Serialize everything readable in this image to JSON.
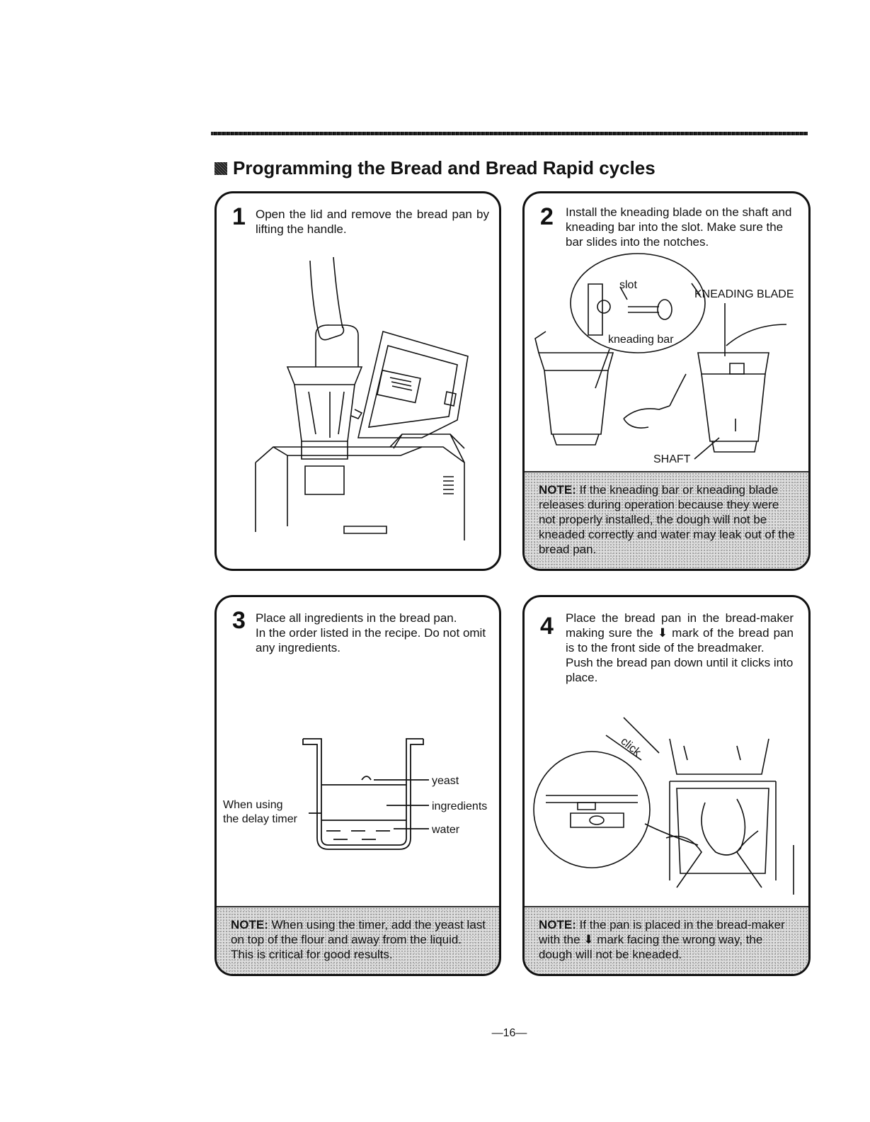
{
  "title": "Programming the Bread and Bread Rapid cycles",
  "steps": [
    {
      "number": "1",
      "text": "Open the lid and remove the bread pan by lifting the handle."
    },
    {
      "number": "2",
      "text": "Install the kneading blade on the shaft and kneading bar into the slot. Make sure the bar slides into the notches.",
      "labels": {
        "slot": "slot",
        "kneading_bar": "kneading bar",
        "kneading_blade": "KNEADING BLADE",
        "shaft": "SHAFT"
      },
      "note_label": "NOTE:",
      "note_text": "If the kneading bar or kneading blade releases during operation because they were not properly installed, the dough will not be kneaded correctly and water may leak out of the bread pan."
    },
    {
      "number": "3",
      "text_line1": "Place all ingredients in the bread pan.",
      "text_line2": "In the order listed in the recipe. Do not omit any ingredients.",
      "labels": {
        "yeast": "yeast",
        "ingredients": "ingredients",
        "water": "water",
        "delay_1": "When using",
        "delay_2": "the delay timer"
      },
      "note_label": "NOTE:",
      "note_text": "When using the timer, add the yeast last on top of the flour and away from the liquid. This is critical for good results."
    },
    {
      "number": "4",
      "text_a": "Place the bread pan in the bread-maker making sure the ",
      "arrow": "⬇",
      "text_b": " mark of the bread pan is to the front side of the breadmaker.",
      "text_line2": "Push the bread pan down until it clicks into place.",
      "labels": {
        "click": "click"
      },
      "note_label": "NOTE:",
      "note_a": "If the pan is placed in the bread-maker with the ",
      "note_arrow": "⬇",
      "note_b": " mark facing the wrong way, the dough will not be kneaded."
    }
  ],
  "page_number": "—16—"
}
